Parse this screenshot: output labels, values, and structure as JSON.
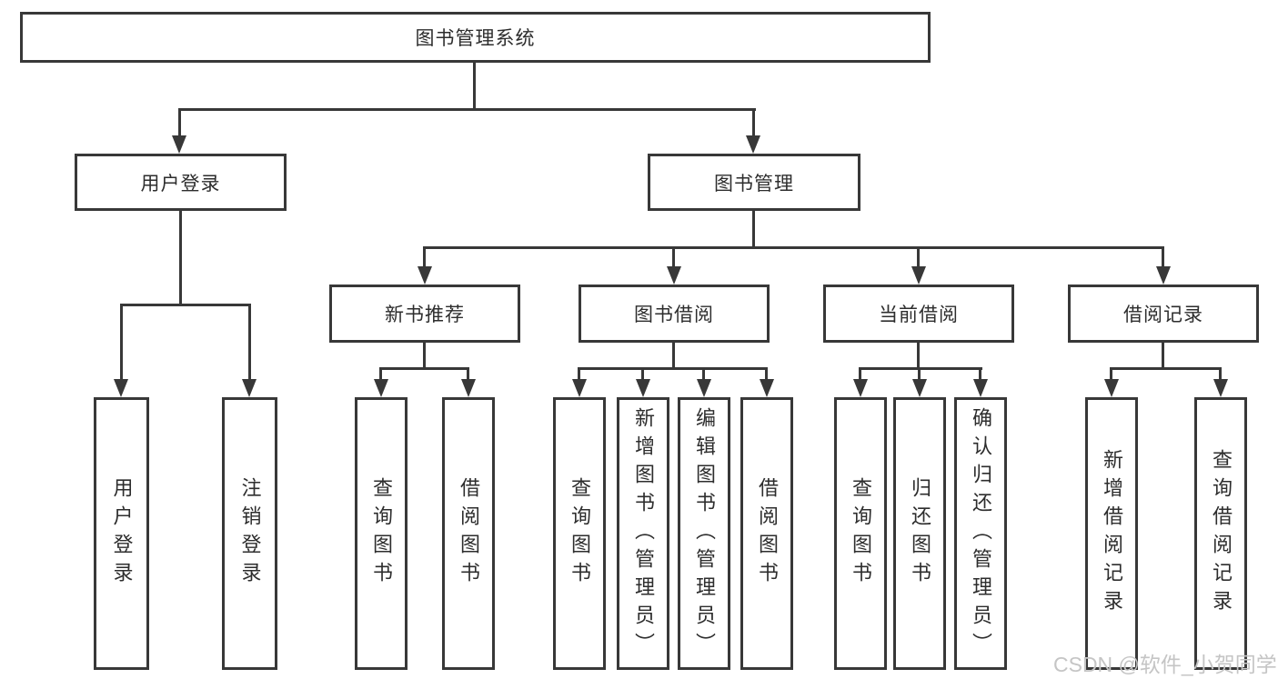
{
  "diagram": {
    "root": {
      "label": "图书管理系统"
    },
    "level2": {
      "user_login": {
        "label": "用户登录"
      },
      "book_mgmt": {
        "label": "图书管理"
      }
    },
    "level3": {
      "new_book_rec": {
        "label": "新书推荐"
      },
      "book_borrow": {
        "label": "图书借阅"
      },
      "current_borrow": {
        "label": "当前借阅"
      },
      "borrow_records": {
        "label": "借阅记录"
      }
    },
    "leaves": {
      "user_login_leaf": {
        "label": "用户登录"
      },
      "logout": {
        "label": "注销登录"
      },
      "rec_query_books": {
        "label": "查询图书"
      },
      "rec_borrow_books": {
        "label": "借阅图书"
      },
      "bb_query_books": {
        "label": "查询图书"
      },
      "bb_add_books": {
        "label": "新增图书（管理员）"
      },
      "bb_edit_books": {
        "label": "编辑图书（管理员）"
      },
      "bb_borrow_books": {
        "label": "借阅图书"
      },
      "cb_query_books": {
        "label": "查询图书"
      },
      "cb_return_books": {
        "label": "归还图书"
      },
      "cb_confirm_return": {
        "label": "确认归还（管理员）"
      },
      "br_add_record": {
        "label": "新增借阅记录"
      },
      "br_query_record": {
        "label": "查询借阅记录"
      }
    }
  },
  "watermark": {
    "text": "CSDN @软件_小贺同学"
  },
  "colors": {
    "line": "#383838",
    "box_border": "#383838",
    "text": "#2d2d2d",
    "watermark": "#c5c5c5",
    "background": "#ffffff"
  }
}
